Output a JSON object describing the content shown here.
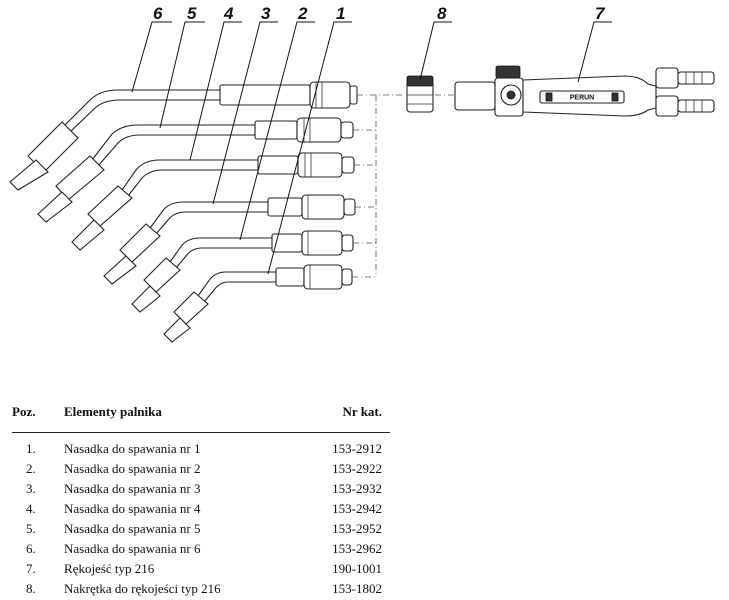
{
  "diagram": {
    "callouts": [
      "6",
      "5",
      "4",
      "3",
      "2",
      "1",
      "8",
      "7"
    ],
    "brand_label": "PERUN"
  },
  "table": {
    "headers": [
      "Poz.",
      "Elementy palnika",
      "Nr kat."
    ],
    "rows": [
      {
        "pos": "1.",
        "name": "Nasadka do spawania nr 1",
        "cat": "153-2912"
      },
      {
        "pos": "2.",
        "name": "Nasadka do spawania nr 2",
        "cat": "153-2922"
      },
      {
        "pos": "3.",
        "name": "Nasadka do spawania nr 3",
        "cat": "153-2932"
      },
      {
        "pos": "4.",
        "name": "Nasadka do spawania nr 4",
        "cat": "153-2942"
      },
      {
        "pos": "5.",
        "name": "Nasadka do spawania nr 5",
        "cat": "153-2952"
      },
      {
        "pos": "6.",
        "name": "Nasadka do spawania nr 6",
        "cat": "153-2962"
      },
      {
        "pos": "7.",
        "name": "Rękojeść typ 216",
        "cat": "190-1001"
      },
      {
        "pos": "8.",
        "name": "Nakrętka do rękojeści typ 216",
        "cat": "153-1802"
      }
    ]
  }
}
